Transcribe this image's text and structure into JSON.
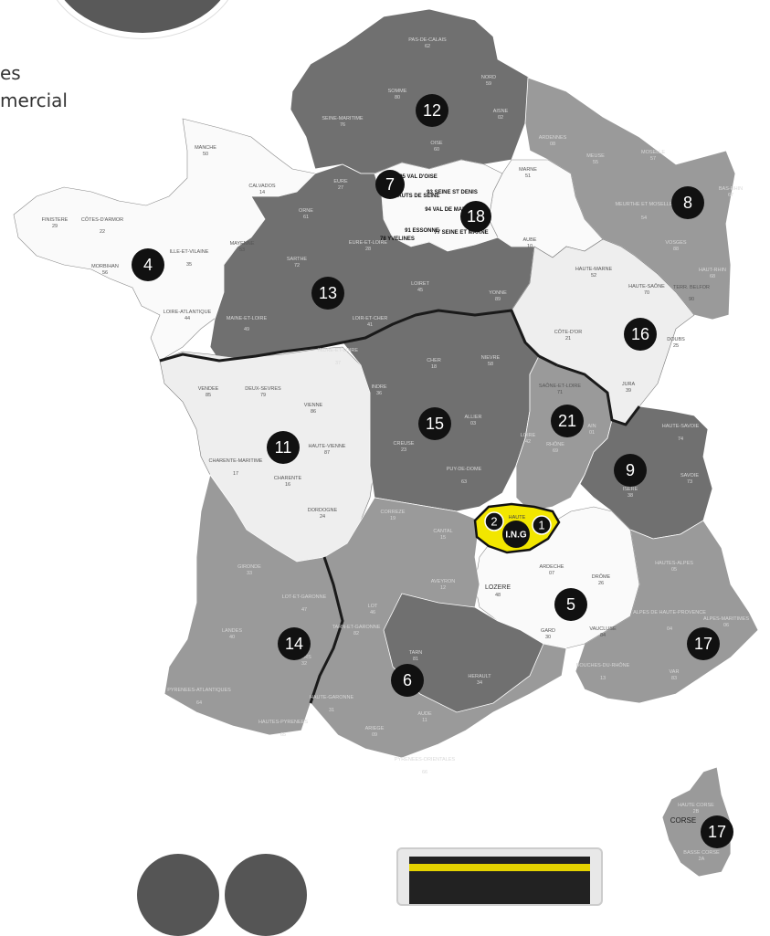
{
  "header": {
    "line1": "es",
    "line2": "mercial"
  },
  "colors": {
    "dark": "#707070",
    "mid": "#9a9a9a",
    "light": "#eeeeee",
    "highlight": "#f2e600",
    "badge": "#111111"
  },
  "badges": [
    {
      "id": "12",
      "label": "12"
    },
    {
      "id": "7",
      "label": "7"
    },
    {
      "id": "18",
      "label": "18"
    },
    {
      "id": "8",
      "label": "8"
    },
    {
      "id": "4",
      "label": "4"
    },
    {
      "id": "13",
      "label": "13"
    },
    {
      "id": "16",
      "label": "16"
    },
    {
      "id": "11",
      "label": "11"
    },
    {
      "id": "15",
      "label": "15"
    },
    {
      "id": "21",
      "label": "21"
    },
    {
      "id": "9",
      "label": "9"
    },
    {
      "id": "2",
      "label": "2"
    },
    {
      "id": "1",
      "label": "1"
    },
    {
      "id": "5",
      "label": "5"
    },
    {
      "id": "14",
      "label": "14"
    },
    {
      "id": "6",
      "label": "6"
    },
    {
      "id": "17",
      "label": "17"
    },
    {
      "id": "17c",
      "label": "17"
    }
  ],
  "ing_label": "I.N.G",
  "haute_loire_label": "HAUTE",
  "departments": {
    "pas_de_calais": "PAS-DE-CALAIS",
    "pas_de_calais_n": "62",
    "nord": "NORD",
    "nord_n": "59",
    "somme": "SOMME",
    "somme_n": "80",
    "aisne": "AISNE",
    "aisne_n": "02",
    "oise": "OISE",
    "oise_n": "60",
    "seine_maritime": "SEINE-MARITIME",
    "seine_maritime_n": "76",
    "eure": "EURE",
    "eure_n": "27",
    "manche": "MANCHE",
    "manche_n": "50",
    "calvados": "CALVADOS",
    "calvados_n": "14",
    "orne": "ORNE",
    "orne_n": "61",
    "finistere": "FINISTERE",
    "finistere_n": "29",
    "cotes_armor": "CÔTES-D'ARMOR",
    "cotes_armor_n": "22",
    "morbihan": "MORBIHAN",
    "morbihan_n": "56",
    "ille_vilaine": "ILLE-ET-VILAINE",
    "ille_vilaine_n": "35",
    "mayenne": "MAYENNE",
    "mayenne_n": "53",
    "loire_atl": "LOIRE-ATLANTIQUE",
    "loire_atl_n": "44",
    "sarthe": "SARTHE",
    "sarthe_n": "72",
    "eure_loir": "EURE-ET-LOIRE",
    "eure_loir_n": "28",
    "maine_loire": "MAINE-ET-LOIRE",
    "maine_loire_n": "49",
    "loir_cher": "LOIR-ET-CHER",
    "loir_cher_n": "41",
    "indre_loire": "INDRE-ET-LOIRE",
    "indre_loire_n": "37",
    "loiret": "LOIRET",
    "loiret_n": "45",
    "val_oise": "95 VAL D'OISE",
    "hauts_seine": "92 HAUTS DE SEINE",
    "seine_st_denis": "93 SEINE ST DENIS",
    "val_marne": "94 VAL DE MARNE",
    "yvelines": "78 YVELINES",
    "essonne": "91 ESSONNE",
    "seine_marne": "77 SEINE ET MARNE",
    "ardennes": "ARDENNES",
    "ardennes_n": "08",
    "marne": "MARNE",
    "marne_n": "51",
    "meuse": "MEUSE",
    "meuse_n": "55",
    "moselle": "MOSELLE",
    "moselle_n": "57",
    "bas_rhin": "BAS-RHIN",
    "bas_rhin_n": "67",
    "meurthe": "MEURTHE ET MOSELLE",
    "meurthe_n": "54",
    "vosges": "VOSGES",
    "vosges_n": "88",
    "haut_rhin": "HAUT-RHIN",
    "haut_rhin_n": "68",
    "aube": "AUBE",
    "aube_n": "10",
    "haute_marne": "HAUTE-MARNE",
    "haute_marne_n": "52",
    "yonne": "YONNE",
    "yonne_n": "89",
    "haute_saone": "HAUTE-SAÔNE",
    "haute_saone_n": "70",
    "belfort": "TERR. BELFOR",
    "belfort_n": "90",
    "cote_or": "CÔTE-D'OR",
    "cote_or_n": "21",
    "doubs": "DOUBS",
    "doubs_n": "25",
    "jura": "JURA",
    "jura_n": "39",
    "vendee": "VENDEE",
    "vendee_n": "85",
    "deux_sevres": "DEUX-SEVRES",
    "deux_sevres_n": "79",
    "vienne": "VIENNE",
    "vienne_n": "86",
    "charente_mar": "CHARENTE-MARITIME",
    "charente_mar_n": "17",
    "charente": "CHARENTE",
    "charente_n": "16",
    "haute_vienne": "HAUTE-VIENNE",
    "haute_vienne_n": "87",
    "dordogne": "DORDOGNE",
    "dordogne_n": "24",
    "indre": "INDRE",
    "indre_n": "36",
    "cher": "CHER",
    "cher_n": "18",
    "nievre": "NIEVRE",
    "nievre_n": "58",
    "creuse": "CREUSE",
    "creuse_n": "23",
    "allier": "ALLIER",
    "allier_n": "03",
    "puy_dome": "PUY-DE-DOME",
    "puy_dome_n": "63",
    "correze": "CORREZE",
    "correze_n": "19",
    "cantal": "CANTAL",
    "cantal_n": "15",
    "saone_loire": "SAÔNE-ET-LOIRE",
    "saone_loire_n": "71",
    "loire": "LOIRE",
    "loire_n": "42",
    "rhone": "RHÔNE",
    "rhone_n": "69",
    "ain": "AIN",
    "ain_n": "01",
    "haute_savoie": "HAUTE-SAVOIE",
    "haute_savoie_n": "74",
    "savoie": "SAVOIE",
    "savoie_n": "73",
    "isere": "ISERE",
    "isere_n": "38",
    "lozere": "LOZERE",
    "lozere_n": "48",
    "ardeche": "ARDECHE",
    "ardeche_n": "07",
    "drome": "DRÔME",
    "drome_n": "26",
    "gard": "GARD",
    "gard_n": "30",
    "vaucluse": "VAUCLUSE",
    "vaucluse_n": "84",
    "hautes_alpes": "HAUTES-ALPES",
    "hautes_alpes_n": "05",
    "alpes_hp": "ALPES DE HAUTE-PROVENCE",
    "alpes_hp_n": "04",
    "alpes_mar": "ALPES-MARITIMES",
    "alpes_mar_n": "06",
    "bouches_rhone": "BOUCHES-DU-RHÔNE",
    "bouches_rhone_n": "13",
    "var": "VAR",
    "var_n": "83",
    "gironde": "GIRONDE",
    "gironde_n": "33",
    "lot_garonne": "LOT-ET-GARONNE",
    "lot_garonne_n": "47",
    "landes": "LANDES",
    "landes_n": "40",
    "gers": "GERS",
    "gers_n": "32",
    "pyr_atl": "PYRENEES-ATLANTIQUES",
    "pyr_atl_n": "64",
    "hautes_pyr": "HAUTES-PYRENEES",
    "hautes_pyr_n": "65",
    "lot": "LOT",
    "lot_n": "46",
    "aveyron": "AVEYRON",
    "aveyron_n": "12",
    "tarn_garonne": "TARN-ET-GARONNE",
    "tarn_garonne_n": "82",
    "tarn": "TARN",
    "tarn_n": "81",
    "haute_garonne": "HAUTE-GARONNE",
    "haute_garonne_n": "31",
    "herault": "HERAULT",
    "herault_n": "34",
    "ariege": "ARIEGE",
    "ariege_n": "09",
    "aude": "AUDE",
    "aude_n": "11",
    "pyr_or": "PYRENEES-ORIENTALES",
    "pyr_or_n": "66",
    "haute_corse": "HAUTE CORSE",
    "haute_corse_n": "2B",
    "corse": "CORSE",
    "basse_corse": "BASSE CORSE",
    "basse_corse_n": "2A"
  }
}
